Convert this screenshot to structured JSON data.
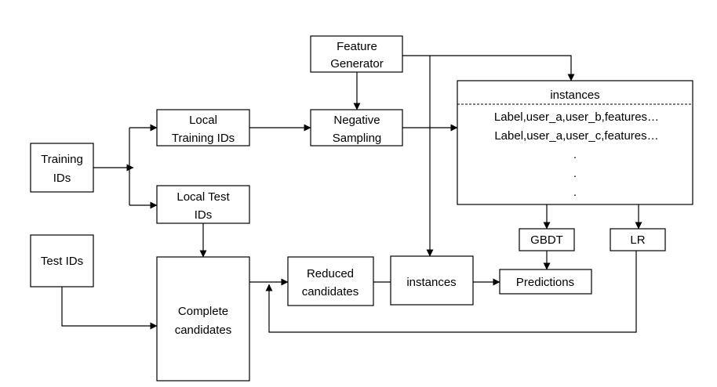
{
  "nodes": {
    "training_ids": [
      "Training",
      "IDs"
    ],
    "local_training_ids": [
      "Local",
      "Training IDs"
    ],
    "local_test_ids": [
      "Local Test",
      "IDs"
    ],
    "test_ids": [
      "Test IDs"
    ],
    "complete_candidates": [
      "Complete",
      "candidates"
    ],
    "feature_generator": [
      "Feature",
      "Generator"
    ],
    "negative_sampling": [
      "Negative",
      "Sampling"
    ],
    "reduced_candidates": [
      "Reduced",
      "candidates"
    ],
    "instances_small": [
      "instances"
    ],
    "predictions": [
      "Predictions"
    ],
    "gbdt": [
      "GBDT"
    ],
    "lr": [
      "LR"
    ]
  },
  "instances_table": {
    "title": "instances",
    "rows": [
      "Label,user_a,user_b,features…",
      "Label,user_a,user_c,features…"
    ],
    "ellipsis": [
      ".",
      ".",
      "."
    ]
  }
}
